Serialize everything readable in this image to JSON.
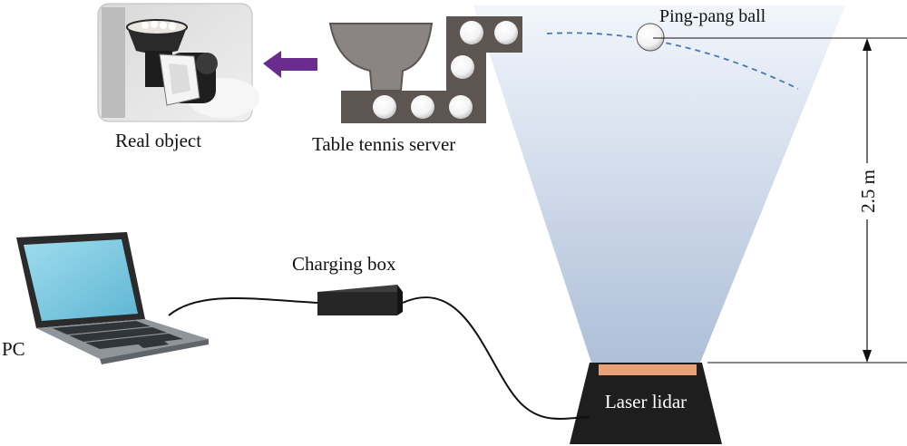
{
  "labels": {
    "ping_pong_ball": "Ping-pang ball",
    "real_object": "Real object",
    "table_tennis_server": "Table tennis server",
    "charging_box": "Charging box",
    "pc": "PC",
    "laser_lidar": "Laser lidar",
    "distance": "2.5 m"
  },
  "colors": {
    "server_body": "#5c5552",
    "server_hopper": "#8a8583",
    "arrow": "#6b2c8f",
    "beam_top": "#f2f6fc",
    "beam_bottom": "#aebfd8",
    "trajectory": "#4a78b0",
    "lidar_body": "#1e1e1e",
    "lidar_window": "#e8a27a",
    "laptop_screen": "#7ecbe3",
    "laptop_body": "#8e959b",
    "charging_box": "#262626"
  },
  "icons": {
    "photo": "real-object-photo",
    "server": "table-tennis-server-icon",
    "laptop": "laptop-icon",
    "box": "charging-box-icon",
    "lidar": "laser-lidar-icon"
  }
}
